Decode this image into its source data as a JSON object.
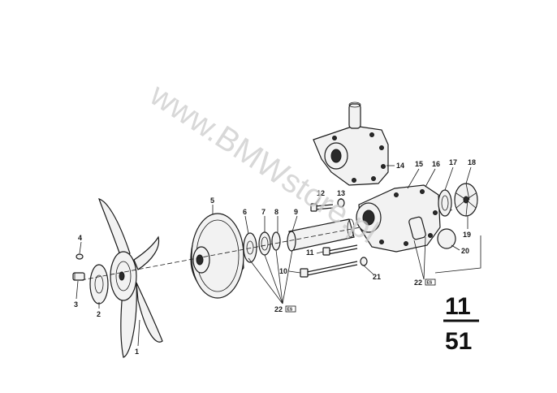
{
  "watermark": "www.BMWstore.pl",
  "group": {
    "main": "11",
    "sub": "51"
  },
  "callouts": [
    "1",
    "2",
    "3",
    "4",
    "5",
    "6",
    "7",
    "8",
    "9",
    "10",
    "11",
    "12",
    "13",
    "14",
    "15",
    "16",
    "17",
    "18",
    "19",
    "20",
    "21",
    "22",
    "22"
  ],
  "boxed_tag": "ES"
}
